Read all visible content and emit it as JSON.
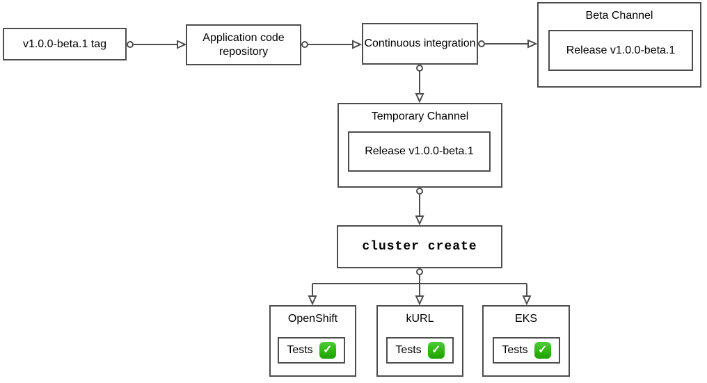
{
  "diagram": {
    "nodes": {
      "tag": {
        "label": "v1.0.0-beta.1 tag"
      },
      "repo": {
        "label": "Application code repository"
      },
      "ci": {
        "label": "Continuous integration"
      },
      "beta_channel": {
        "title": "Beta Channel",
        "release": "Release v1.0.0-beta.1"
      },
      "temp_channel": {
        "title": "Temporary Channel",
        "release": "Release v1.0.0-beta.1"
      },
      "cluster_create": {
        "label": "cluster create"
      }
    },
    "clusters": [
      {
        "name": "OpenShift",
        "tests_label": "Tests",
        "status": "passed"
      },
      {
        "name": "kURL",
        "tests_label": "Tests",
        "status": "passed"
      },
      {
        "name": "EKS",
        "tests_label": "Tests",
        "status": "passed"
      }
    ],
    "icons": {
      "check": "✓"
    },
    "colors": {
      "border": "#4d4d4d",
      "text": "#000000",
      "background": "#ffffff",
      "check_green": "#2fb70d"
    }
  }
}
